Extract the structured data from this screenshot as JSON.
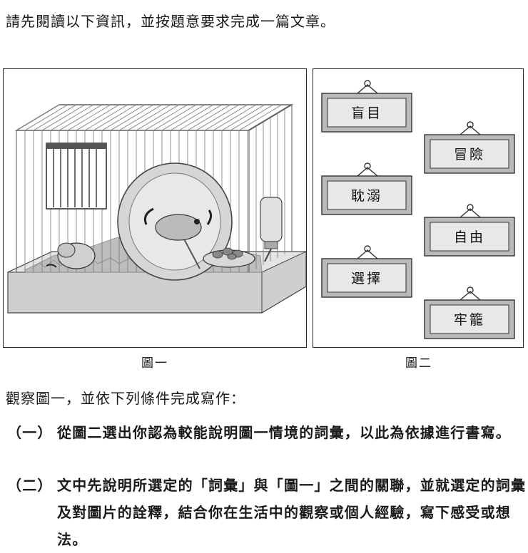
{
  "intro": "請先閱讀以下資訊，並按題意要求完成一篇文章。",
  "figure1": {
    "caption": "圖一"
  },
  "figure2": {
    "caption": "圖二",
    "signs": [
      "盲目",
      "冒險",
      "耽溺",
      "自由",
      "選擇",
      "牢籠"
    ]
  },
  "instruction": "觀察圖一，並依下列條件完成寫作：",
  "conditions": [
    {
      "num": "（一）",
      "text": "從圖二選出你認為較能說明圖一情境的詞彙，以此為依據進行書寫。"
    },
    {
      "num": "（二）",
      "text": "文中先說明所選定的「詞彙」與「圖一」之間的關聯，並就選定的詞彙及對圖片的詮釋，結合你在生活中的觀察或個人經驗，寫下感受或想法。"
    }
  ]
}
